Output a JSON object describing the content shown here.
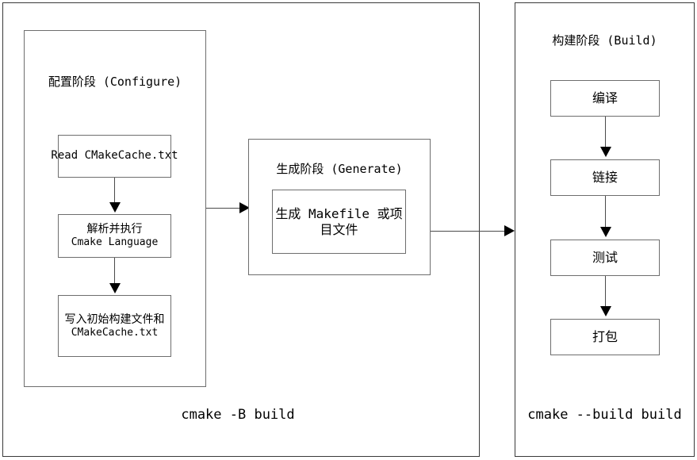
{
  "diagram": {
    "title_semantic": "cmake-build-pipeline-flowchart",
    "colors": {
      "background": "#ffffff",
      "panel_border": "#3a3a3a",
      "box_border": "#6e6e6e",
      "connector": "#4a4a4a",
      "text": "#000000"
    }
  },
  "left_panel": {
    "caption": "cmake -B build",
    "configure_group": {
      "title": "配置阶段 (Configure)",
      "steps": [
        {
          "line1": "Read CMakeCache.txt",
          "line2": ""
        },
        {
          "line1": "解析并执行",
          "line2": "Cmake Language"
        },
        {
          "line1": "写入初始构建文件和",
          "line2": "CMakeCache.txt"
        }
      ]
    },
    "generate_group": {
      "title": "生成阶段 (Generate)",
      "steps": [
        {
          "line1": "生成 Makefile 或项",
          "line2": "目文件"
        }
      ]
    }
  },
  "right_panel": {
    "caption": "cmake --build build",
    "build_group": {
      "title": "构建阶段 (Build)",
      "steps": [
        {
          "label": "编译"
        },
        {
          "label": "链接"
        },
        {
          "label": "测试"
        },
        {
          "label": "打包"
        }
      ]
    }
  }
}
